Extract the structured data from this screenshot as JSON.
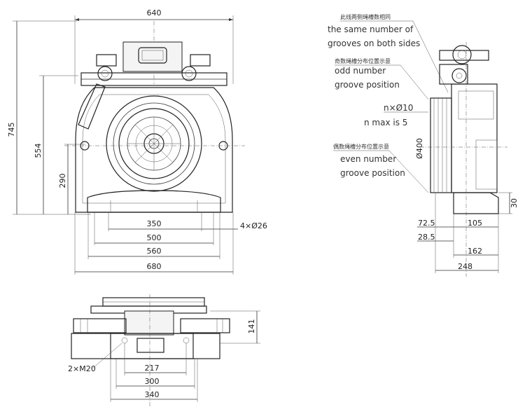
{
  "front_view": {
    "dims": {
      "top_width": "640",
      "total_height": "745",
      "mid_height": "554",
      "low_height": "290",
      "holes_pitch": "350",
      "holes_note": "4×Ø26",
      "base_500": "500",
      "base_560": "560",
      "base_680": "680"
    }
  },
  "side_view": {
    "annotations": {
      "same_grooves_cn": "此线两侧绳槽数相同",
      "same_grooves_en_1": "the same number of",
      "same_grooves_en_2": "grooves on both sides",
      "odd_cn": "奇数绳槽分布位置示意",
      "odd_en_1": "odd number",
      "odd_en_2": "groove position",
      "n_phi": "n×Ø10",
      "n_max": "n max is 5",
      "even_cn": "偶数绳槽分布位置示意",
      "even_en_1": "even number",
      "even_en_2": "groove position",
      "sheave_dia": "Ø400"
    },
    "dims": {
      "d72_5": "72.5",
      "d105": "105",
      "d28_5": "28.5",
      "d162": "162",
      "d248": "248",
      "d30": "30"
    }
  },
  "bottom_view": {
    "dims": {
      "height_141": "141",
      "thread_note": "2×M20",
      "d217": "217",
      "d300": "300",
      "d340": "340"
    }
  }
}
